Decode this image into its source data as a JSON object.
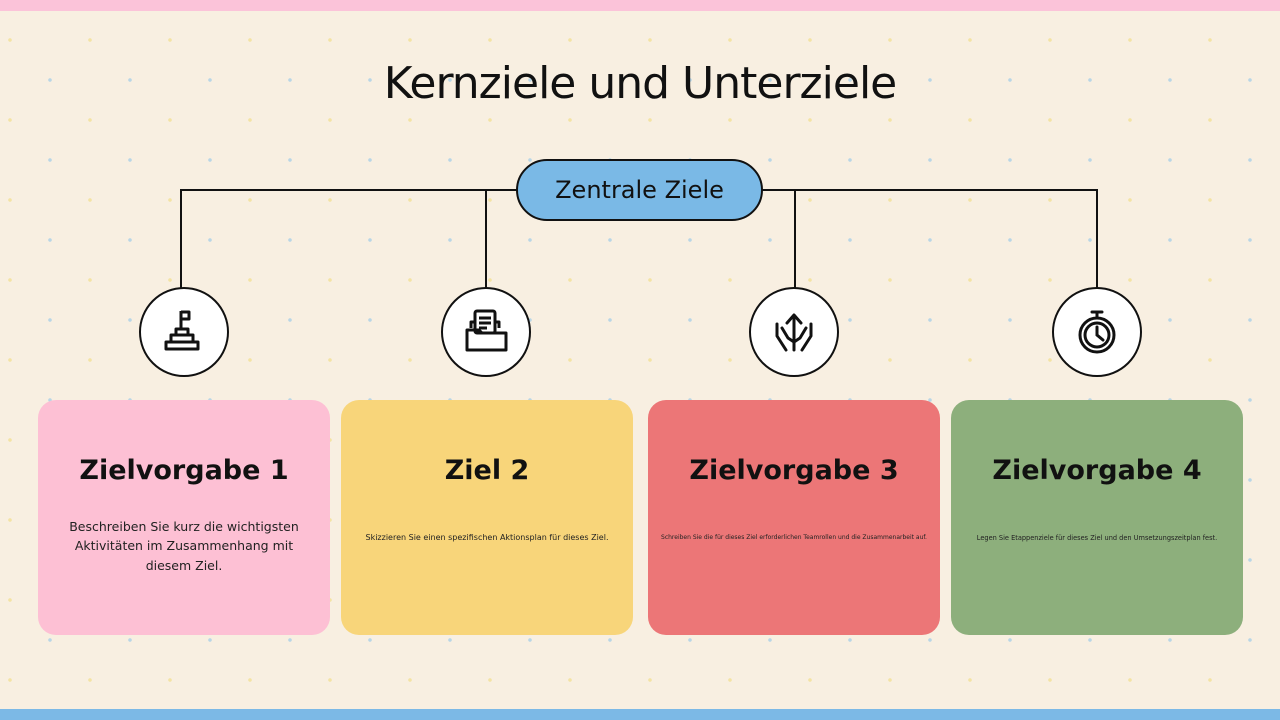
{
  "title": "Kernziele und Unterziele",
  "center": "Zentrale Ziele",
  "cards": [
    {
      "title": "Zielvorgabe 1",
      "text": "Beschreiben Sie kurz die wichtigsten Aktivitäten im Zusammenhang mit diesem Ziel.",
      "color": "#fdc0d4",
      "icon": "flag-podium-icon"
    },
    {
      "title": "Ziel 2",
      "text": "Skizzieren Sie einen spezifischen Aktionsplan für dieses Ziel.",
      "color": "#f8d57a",
      "icon": "folder-document-icon"
    },
    {
      "title": "Zielvorgabe 3",
      "text": "Schreiben Sie die für dieses Ziel erforderlichen Teamrollen und die Zusammenarbeit auf.",
      "color": "#ec7677",
      "icon": "hands-arrow-up-icon"
    },
    {
      "title": "Zielvorgabe 4",
      "text": "Legen Sie Etappenziele für dieses Ziel und den Umsetzungszeitplan fest.",
      "color": "#8daf7c",
      "icon": "stopwatch-icon"
    }
  ]
}
